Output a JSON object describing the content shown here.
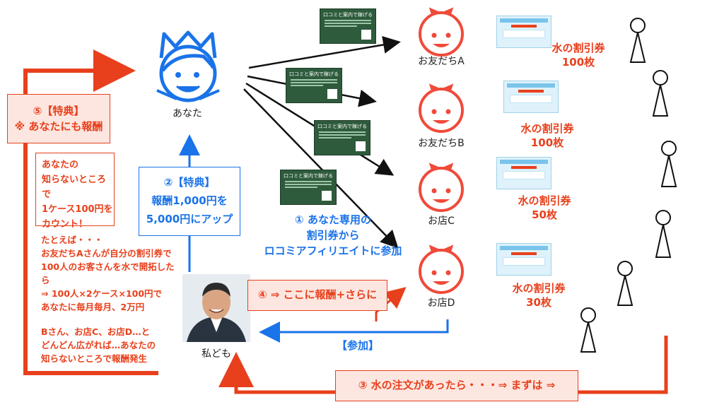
{
  "nodes": {
    "you": "あなた",
    "friend_a": "お友だちA",
    "friend_b": "お友だちB",
    "store_c": "お店C",
    "store_d": "お店D",
    "us": "私ども"
  },
  "coupons": {
    "a": [
      "水の割引券",
      "100枚"
    ],
    "b": [
      "水の割引券",
      "100枚"
    ],
    "c": [
      "水の割引券",
      "50枚"
    ],
    "d": [
      "水の割引券",
      "30枚"
    ]
  },
  "card_title": "口コミと案内で稼げる",
  "step1": [
    "① あなた専用の",
    "割引券から",
    "ロコミアフィリエイトに参加"
  ],
  "step2": [
    "②【特典】",
    "報酬1,000円を",
    "5,000円にアップ"
  ],
  "step3": "③ 水の注文があったら・・・⇒ まずは ⇒",
  "step4": "④ ⇒ ここに報酬+さらに",
  "step5": [
    "⑤【特典】",
    "※ あなたにも報酬"
  ],
  "join_label": "【参加】",
  "explain": [
    "あなたの",
    "知らないところで",
    "1ケース100円を",
    "カウント！",
    "",
    "たとえば・・・",
    "お友だちAさんが自分の割引券で",
    "100人のお客さんを水で開拓したら",
    "⇒ 100人×2ケース×100円で",
    "あなたに毎月毎月、2万円",
    "",
    "Bさん、お店C、お店D…と",
    "どんどん広がれば…あなたの",
    "知らないところで報酬発生"
  ],
  "colors": {
    "red": "#e8401c",
    "blue": "#1a73e8",
    "card": "#2e5b3c"
  }
}
